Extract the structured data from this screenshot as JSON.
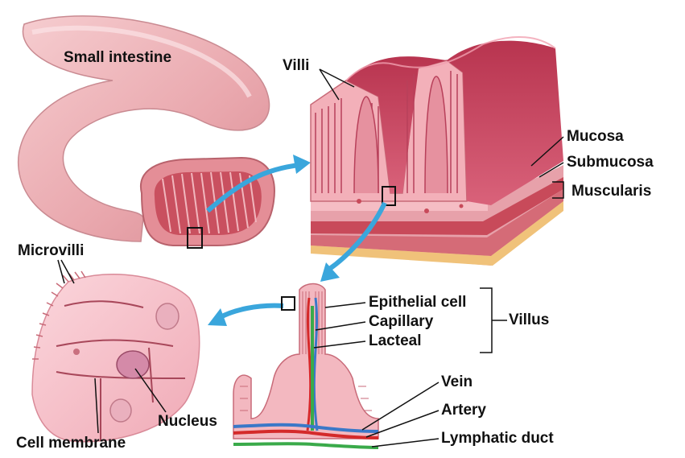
{
  "labels": {
    "small_intestine": "Small intestine",
    "villi": "Villi",
    "mucosa": "Mucosa",
    "submucosa": "Submucosa",
    "muscularis": "Muscularis",
    "microvilli": "Microvilli",
    "epithelial_cell": "Epithelial cell",
    "capillary": "Capillary",
    "lacteal": "Lacteal",
    "villus": "Villus",
    "vein": "Vein",
    "artery": "Artery",
    "lymphatic_duct": "Lymphatic duct",
    "nucleus": "Nucleus",
    "cell_membrane": "Cell membrane"
  },
  "colors": {
    "intestine_pink": "#e9a7ad",
    "mucosa_dark": "#c4475f",
    "tissue_pink": "#f3b8c0",
    "arrow_blue": "#3aa6dc",
    "vein_blue": "#3a78c8",
    "artery_red": "#d42a2a",
    "lymph_green": "#3aaa4a"
  }
}
